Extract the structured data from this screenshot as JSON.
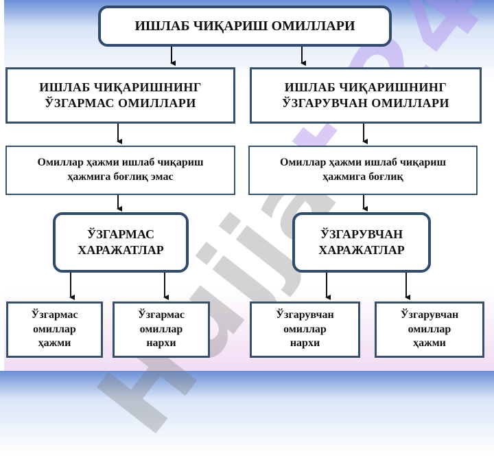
{
  "watermark": {
    "text": "Hujja",
    "accent": "t 24"
  },
  "title": "ИШЛАБ ЧИҚАРИШ ОМИЛЛАРИ",
  "fixed": {
    "header": "ИШЛАБ  ЧИҚАРИШНИНГ\nЎЗГАРМАС  ОМИЛЛАРИ",
    "description": "Омиллар ҳажми ишлаб чиқариш\nҳажмига боғлиқ эмас",
    "costs": "ЎЗГАРМАС\nХАРАЖАТЛАР",
    "leaf_left": "Ўзгармас\nомиллар\nҳажми",
    "leaf_right": "Ўзгармас\nомиллар\nнархи"
  },
  "variable": {
    "header": "ИШЛАБ  ЧИҚАРИШНИНГ\nЎЗГАРУВЧАН  ОМИЛЛАРИ",
    "description": "Омиллар ҳажми ишлаб чиқариш\nҳажмига боғлиқ",
    "costs": "ЎЗГАРУВЧАН\nХАРАЖАТЛАР",
    "leaf_left": "Ўзгарувчан\nомиллар\nнархи",
    "leaf_right": "Ўзгарувчан\nомиллар\nҳажми"
  },
  "colors": {
    "border": "#34506e",
    "arrow": "#111111"
  }
}
